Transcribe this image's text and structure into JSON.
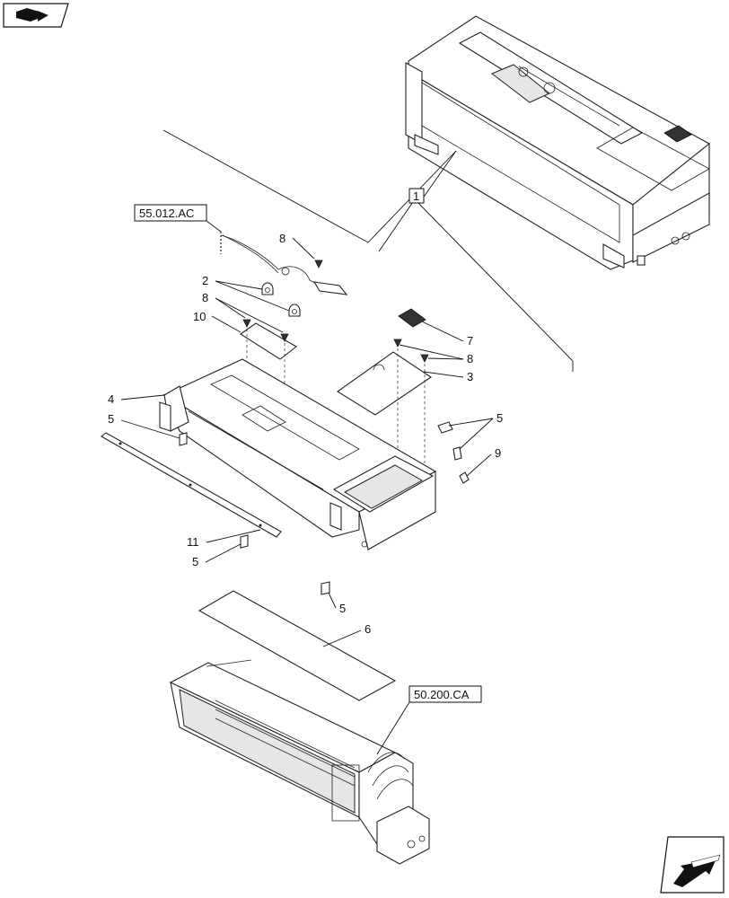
{
  "references": {
    "ref_a": "55.012.AC",
    "ref_b": "50.200.CA"
  },
  "callouts": {
    "c1": "1",
    "c2": "2",
    "c3": "3",
    "c4": "4",
    "c5a": "5",
    "c5b": "5",
    "c5c": "5",
    "c5d": "5",
    "c6": "6",
    "c7": "7",
    "c8a": "8",
    "c8b": "8",
    "c8c": "8",
    "c9": "9",
    "c10": "10",
    "c11": "11"
  },
  "icons": {
    "top_left": "assembly-view-icon",
    "bottom_right": "navigation-arrow-icon"
  }
}
